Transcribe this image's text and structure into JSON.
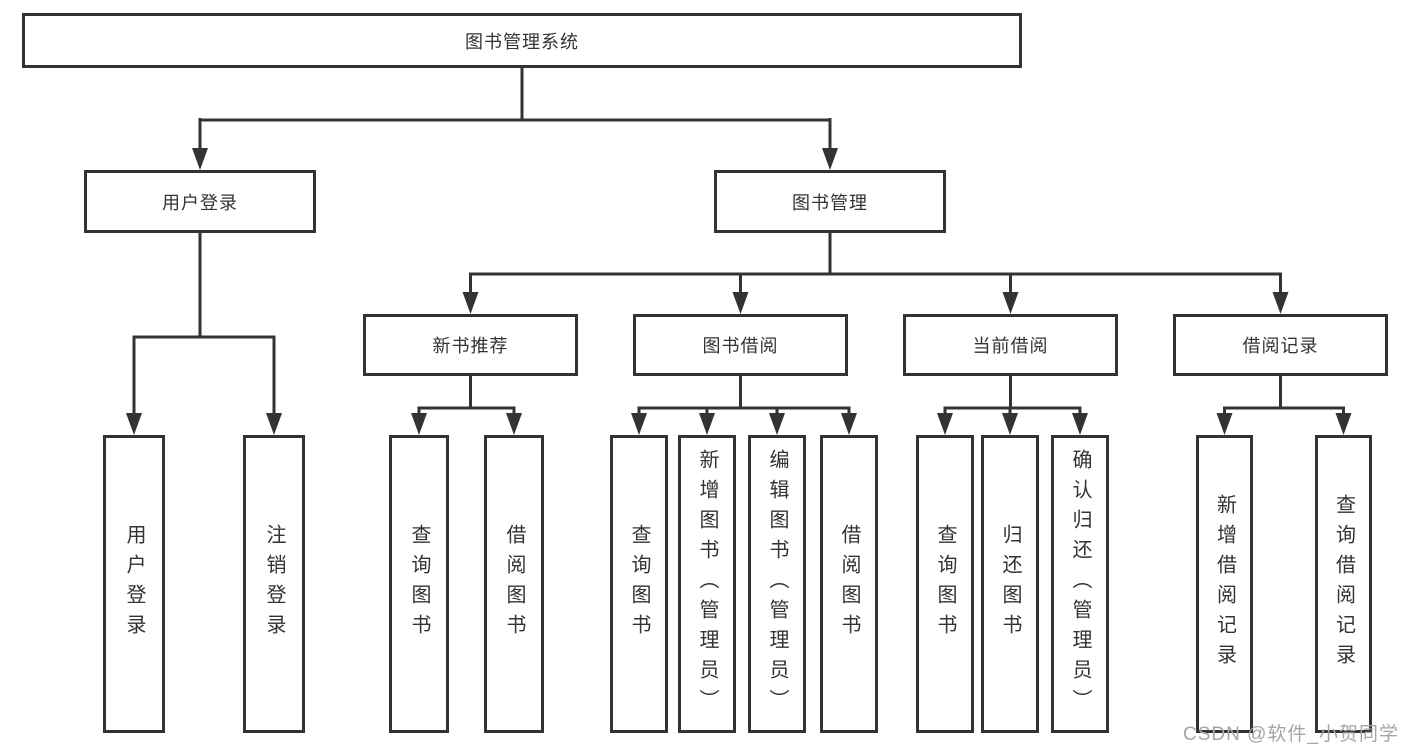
{
  "diagram": {
    "root": "图书管理系统",
    "level2": [
      "用户登录",
      "图书管理"
    ],
    "level3": [
      "新书推荐",
      "图书借阅",
      "当前借阅",
      "借阅记录"
    ],
    "leaves": {
      "user_login": [
        "用户登录",
        "注销登录"
      ],
      "new_books": [
        "查询图书",
        "借阅图书"
      ],
      "book_borrow": [
        "查询图书",
        "新增图书（管理员）",
        "编辑图书（管理员）",
        "借阅图书"
      ],
      "current_borrow": [
        "查询图书",
        "归还图书",
        "确认归还（管理员）"
      ],
      "borrow_records": [
        "新增借阅记录",
        "查询借阅记录"
      ]
    }
  },
  "watermark": {
    "text": "CSDN @软件_小贺同学",
    "color": "#a6a6a6"
  },
  "colors": {
    "line": "#333333",
    "text": "#333333",
    "node_border": "#333333",
    "node_background": "#ffffff",
    "page_background": "#ffffff"
  }
}
